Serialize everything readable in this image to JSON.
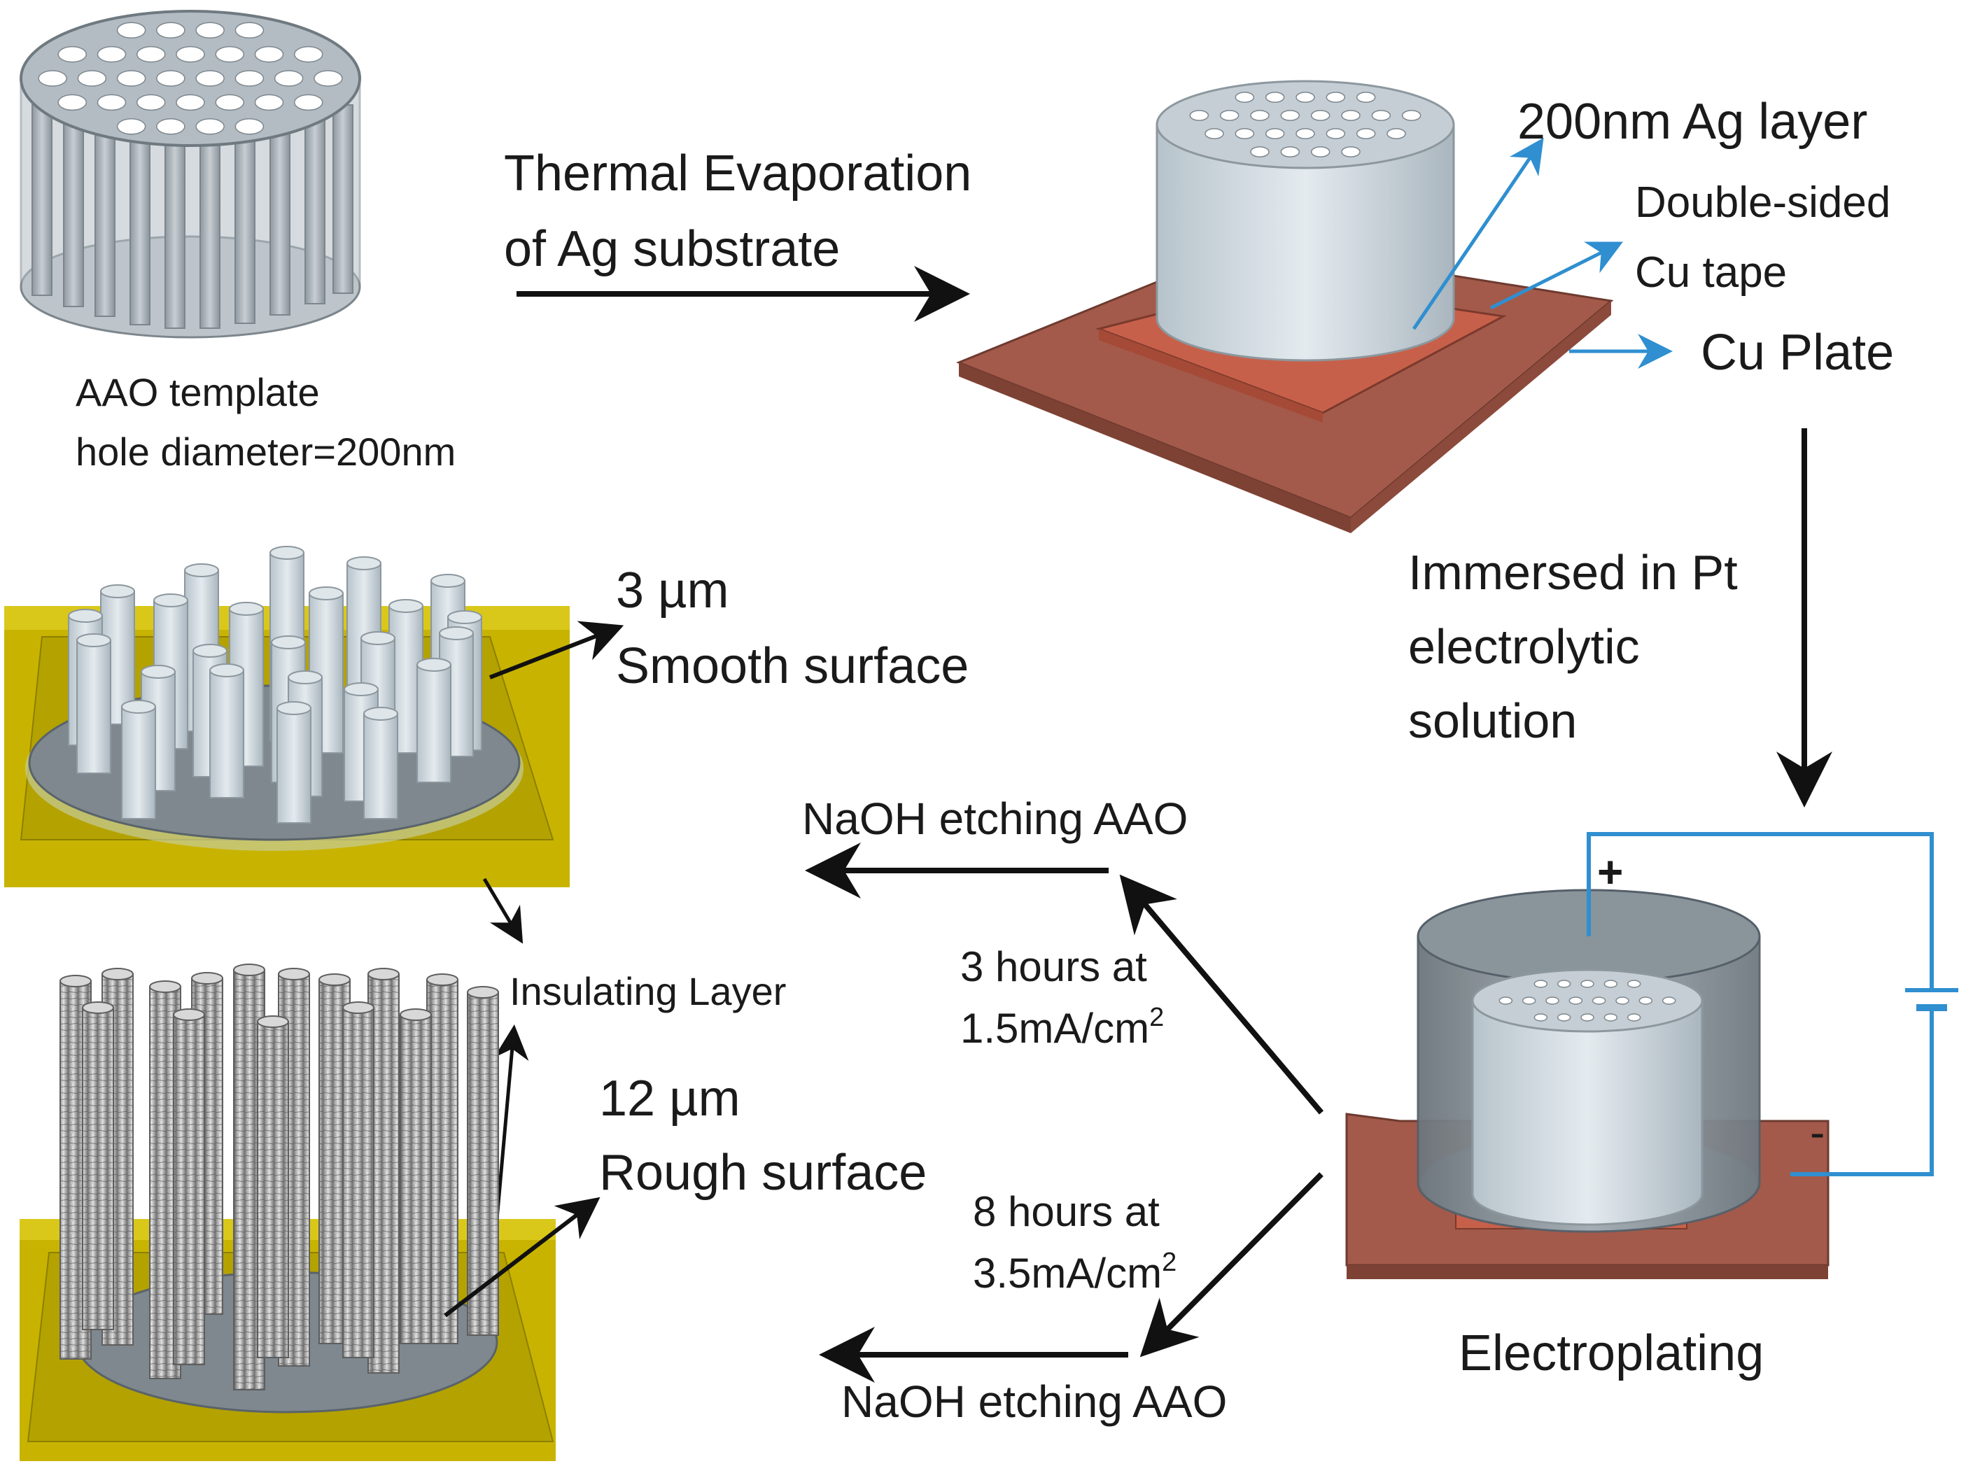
{
  "labels": {
    "aao_template": "AAO template",
    "hole_diameter": "hole diameter=200nm",
    "thermal_line1": "Thermal Evaporation",
    "thermal_line2": "of Ag substrate",
    "ag_layer": "200nm Ag layer",
    "cu_tape_line1": "Double-sided",
    "cu_tape_line2": "Cu tape",
    "cu_plate": "Cu Plate",
    "immersed_line1": "Immersed in Pt",
    "immersed_line2": "electrolytic",
    "immersed_line3": "solution",
    "electroplating": "Electroplating",
    "plus": "+",
    "minus": "-",
    "naoh_top": "NaOH etching AAO",
    "naoh_bottom": "NaOH etching AAO",
    "cond1_line1": "3 hours at",
    "cond1_line2": "1.5mA/cm",
    "cond1_sup": "2",
    "cond2_line1": "8 hours at",
    "cond2_line2": "3.5mA/cm",
    "cond2_sup": "2",
    "smooth_size": "3 µm",
    "smooth_surface": "Smooth surface",
    "rough_size": "12 µm",
    "rough_surface": "Rough surface",
    "insulating_layer": "Insulating Layer"
  },
  "colors": {
    "arrow_black": "#111111",
    "arrow_blue": "#2f8fd0",
    "cu_plate": "#a35a4a",
    "cu_tape": "#c7604a",
    "aao_gray": "#aeb8bf",
    "silver": "#cfd8de",
    "insulating_yellow": "#c8b400",
    "wire_blue": "#2f8fd0"
  }
}
